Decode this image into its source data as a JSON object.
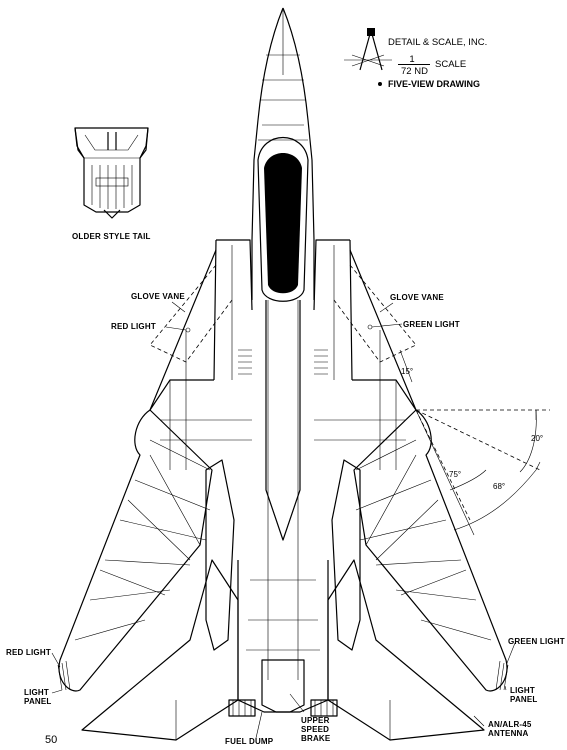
{
  "publisher": {
    "name": "DETAIL & SCALE, INC.",
    "scale_numerator": "1",
    "scale_denominator": "72 ND",
    "scale_word": "SCALE",
    "drawing_type": "FIVE-VIEW DRAWING"
  },
  "page_number": "50",
  "labels": {
    "older_style_tail": "OLDER STYLE TAIL",
    "glove_vane_left": "GLOVE VANE",
    "glove_vane_right": "GLOVE VANE",
    "red_light_glove": "RED LIGHT",
    "green_light_glove": "GREEN LIGHT",
    "red_light_wing": "RED LIGHT",
    "green_light_wing": "GREEN LIGHT",
    "light_panel_left": "LIGHT\nPANEL",
    "light_panel_right": "LIGHT\nPANEL",
    "fuel_dump": "FUEL DUMP",
    "upper_speed_brake": "UPPER\nSPEED\nBRAKE",
    "antenna": "AN/ALR-45\nANTENNA"
  },
  "angles": {
    "glove_vane_angle": "15°",
    "sweep_20": "20°",
    "sweep_75": "75°",
    "sweep_68": "68°"
  }
}
